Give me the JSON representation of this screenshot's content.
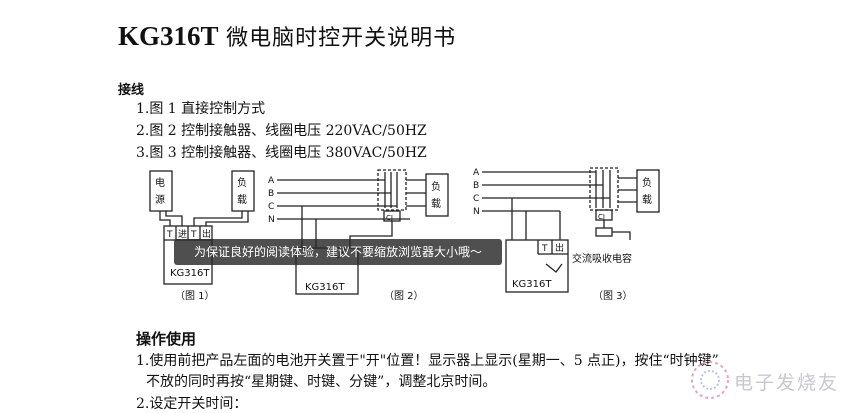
{
  "doc": {
    "title_model": "KG316T",
    "title_rest": "微电脑时控开关说明书",
    "wiring_heading": "接线",
    "wiring_lines": [
      "1.图 1 直接控制方式",
      "2.图 2 控制接触器、线圈电压 220VAC/50HZ",
      "3.图 3 控制接触器、线圈电压 380VAC/50HZ"
    ],
    "ops_heading": "操作使用",
    "ops_lines": [
      "1.使用前把产品左面的电池开关置于\"开\"位置！显示器上显示(星期一、5 点正)，按住“时钟键”",
      "不放的同时再按“星期键、时键、分键”，调整北京时间。",
      "2.设定开关时间："
    ]
  },
  "diagram": {
    "fig1": {
      "power_label": "电源",
      "load_label": "负载",
      "terminals": [
        "T",
        "进",
        "T",
        "出"
      ],
      "device": "KG316T",
      "caption": "（图 1）"
    },
    "fig2": {
      "phases": [
        "A",
        "B",
        "C",
        "N"
      ],
      "load_label": "负载",
      "cj": "CJ",
      "device": "KG316T",
      "caption": "（图 2）"
    },
    "fig3": {
      "phases": [
        "A",
        "B",
        "C",
        "N"
      ],
      "load_label": "负载",
      "cj": "CJ",
      "terminals": [
        "T",
        "出"
      ],
      "device": "KG316T",
      "caption": "（图 3）",
      "capacitor_label": "交流吸收电容"
    }
  },
  "overlay": {
    "toast": "为保证良好的阅读体验，建议不要缩放浏览器大小哦～",
    "watermark_text": "电子发烧友"
  },
  "colors": {
    "toast_bg": "#282828",
    "watermark": "#e0a7c4"
  }
}
